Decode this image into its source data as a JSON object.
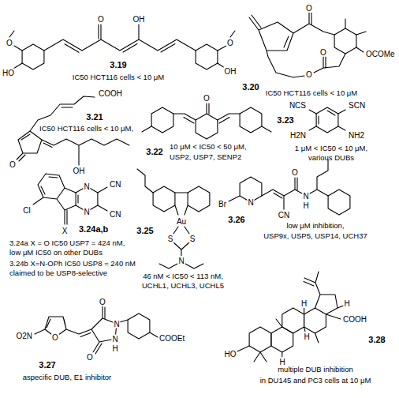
{
  "diagram": {
    "labels": [
      "O",
      "OH",
      "O",
      "HO",
      "O",
      "OH",
      "3.19",
      "IC50 HCT116 cells < 10 μM",
      "O",
      "O",
      "O",
      "OCOMe",
      "3.20",
      "IC50 HCT116 cells < 10 μM",
      "COOH",
      "O",
      "OH",
      "3.21",
      "IC50 HCT116 cells < 10 μM,",
      "O",
      "3.22",
      "10 μM < IC50 < 50 μM,",
      "USP2, USP7, SENP2",
      "NCS",
      "SCN",
      "H2N",
      "NH2",
      "3.23",
      "1 μM < IC50 < 10 μM,",
      "various DUBs",
      "N",
      "N",
      "CN",
      "CN",
      "Cl",
      "X",
      "3.24a,b",
      "3.24a X = O IC50 USP7 = 424 nM,",
      "low μM IC50 on other DUBs",
      "3.24b X=N-OPh IC50 USP8 = 240 nM",
      "claimed to be USP8-selective",
      "Au",
      "S",
      "S",
      "N",
      "3.25",
      "46 nM < IC50 < 113 nM,",
      "UCHL1, UCHL3, UCHL5",
      "Br",
      "N",
      "CN",
      "O",
      "N",
      "H",
      "3.26",
      "low μM inhibition,",
      "USP9x, USP5, USP14, UCH37",
      "O2N",
      "O",
      "O",
      "O",
      "N",
      "N",
      "H",
      "COOEt",
      "3.27",
      "aspecific DUB, E1 inhibitor",
      "HO",
      "COOH",
      "H",
      "H",
      "H",
      "H",
      "3.28",
      "multiple DUB inhibition",
      "in DU145 and PC3 cells at 10 μM"
    ]
  }
}
